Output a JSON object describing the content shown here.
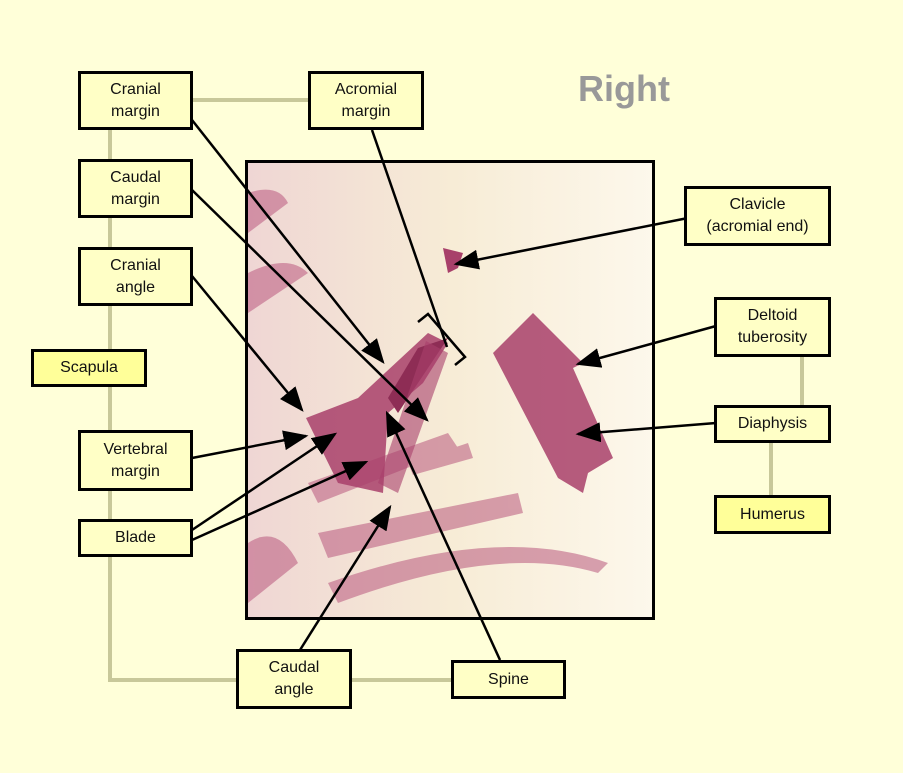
{
  "title": "Right",
  "labels": {
    "cranial_margin": "Cranial\nmargin",
    "acromial_margin": "Acromial\nmargin",
    "caudal_margin": "Caudal\nmargin",
    "cranial_angle": "Cranial\nangle",
    "scapula": "Scapula",
    "vertebral_margin": "Vertebral\nmargin",
    "blade": "Blade",
    "caudal_angle": "Caudal\nangle",
    "spine": "Spine",
    "clavicle": "Clavicle\n(acromial end)",
    "deltoid_tuberosity": "Deltoid\ntuberosity",
    "diaphysis": "Diaphysis",
    "humerus": "Humerus"
  },
  "colors": {
    "background": "#ffffd9",
    "box_fill": "#ffffc6",
    "group_fill": "#ffff99",
    "connector": "#c8c89a",
    "bone": "#a8406a",
    "title": "#999999"
  }
}
